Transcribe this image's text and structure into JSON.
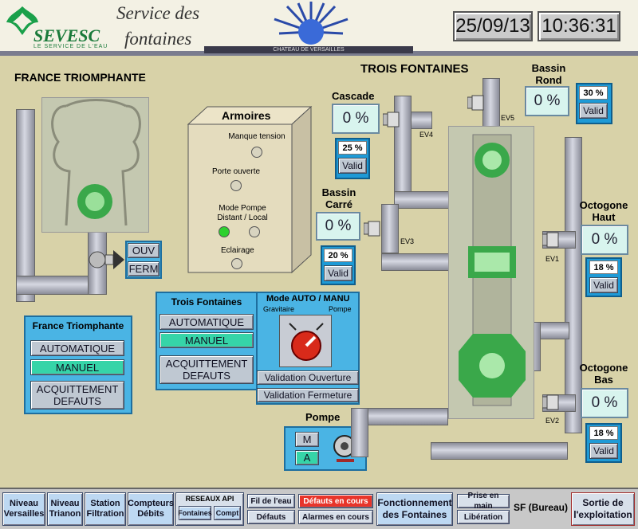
{
  "header": {
    "brand": "SEVESC",
    "brand_sub": "LE SERVICE DE L'EAU",
    "title_line1": "Service des",
    "title_line2": "fontaines",
    "chateau": "CHATEAU DE VERSAILLES",
    "date": "25/09/13",
    "time": "10:36:31"
  },
  "france": {
    "title": "FRANCE TRIOMPHANTE",
    "ouv_label": "OUV",
    "ferm_label": "FERM",
    "panel_title": "France Triomphante",
    "auto_label": "AUTOMATIQUE",
    "manuel_label": "MANUEL",
    "ack_label": "ACQUITTEMENT\nDEFAUTS"
  },
  "armoires": {
    "title": "Armoires",
    "items": [
      {
        "label": "Manque tension",
        "state": "off"
      },
      {
        "label": "Porte ouverte",
        "state": "off"
      },
      {
        "label": "Mode Pompe\nDistant / Local",
        "state": "on_off"
      },
      {
        "label": "Eclairage",
        "state": "off"
      }
    ]
  },
  "trois": {
    "title": "TROIS FONTAINES",
    "panel_title": "Trois Fontaines",
    "auto_label": "AUTOMATIQUE",
    "manuel_label": "MANUEL",
    "ack_label": "ACQUITTEMENT\nDEFAUTS",
    "mode_title": "Mode  AUTO / MANU",
    "gravitaire": "Gravitaire",
    "pompe": "Pompe",
    "valid_ouverture": "Validation Ouverture",
    "valid_fermeture": "Validation Fermeture"
  },
  "fountains": {
    "cascade": {
      "label": "Cascade",
      "value": "0 %",
      "setpoint": "25 %",
      "valid": "Valid",
      "ev": "EV4"
    },
    "bassin_carre": {
      "label": "Bassin\nCarré",
      "value": "0 %",
      "setpoint": "20 %",
      "valid": "Valid",
      "ev": "EV3"
    },
    "bassin_rond": {
      "label": "Bassin\nRond",
      "value": "0 %",
      "setpoint": "30 %",
      "valid": "Valid",
      "ev": "EV5"
    },
    "octogone_haut": {
      "label": "Octogone\nHaut",
      "value": "0 %",
      "setpoint": "18 %",
      "valid": "Valid",
      "ev": "EV1"
    },
    "octogone_bas": {
      "label": "Octogone\nBas",
      "value": "0 %",
      "setpoint": "18 %",
      "valid": "Valid",
      "ev": "EV2"
    }
  },
  "pompe": {
    "title": "Pompe",
    "m_label": "M",
    "a_label": "A"
  },
  "nav": {
    "niveau_versailles": "Niveau\nVersailles",
    "niveau_trianon": "Niveau\nTrianon",
    "station_filtration": "Station\nFiltration",
    "compteurs_debits": "Compteurs\nDébits",
    "reseaux_api": "RESEAUX API",
    "fontaines": "Fontaines",
    "compt": "Compt",
    "fil_de_leau": "Fil de l'eau",
    "defauts": "Défauts",
    "defauts_en_cours": "Défauts en cours",
    "alarmes_en_cours": "Alarmes en cours",
    "fonctionnement": "Fonctionnement\ndes Fontaines",
    "prise_en_main": "Prise en main",
    "liberation": "Libération",
    "sf_bureau": "SF (Bureau)",
    "sortie": "Sortie de\nl'exploitation"
  }
}
